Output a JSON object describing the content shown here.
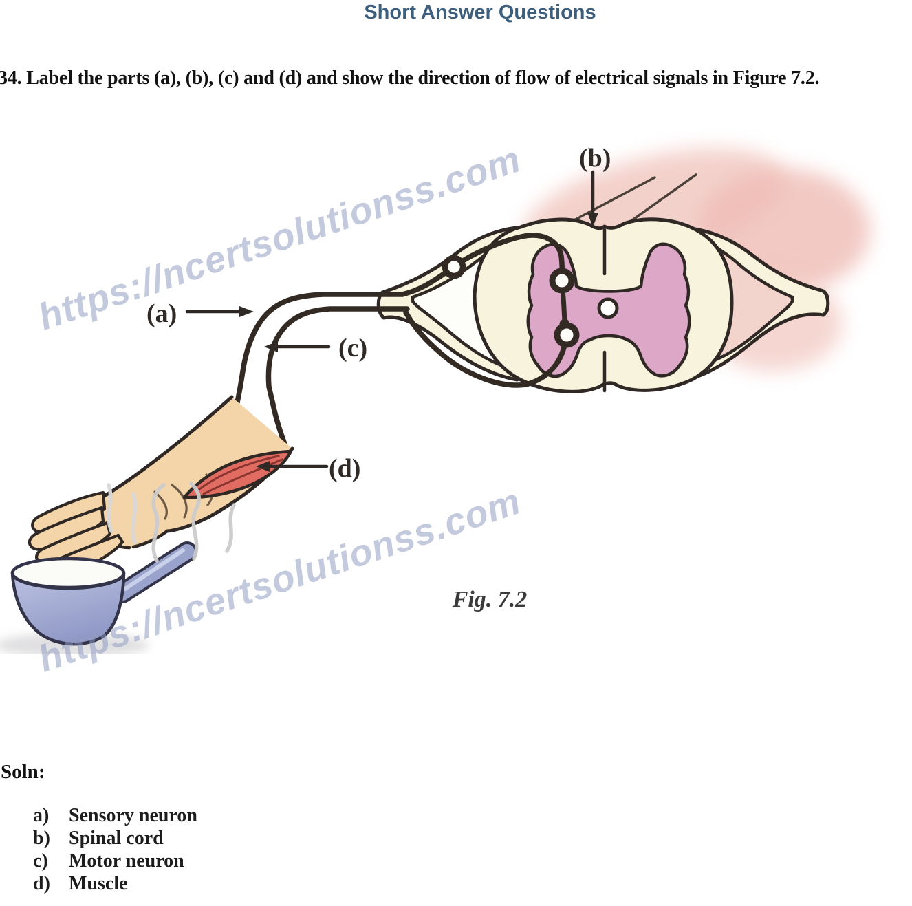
{
  "page": {
    "title": "Short Answer Questions",
    "question": "34. Label the parts (a), (b), (c) and (d) and show the direction of flow of electrical signals in Figure 7.2."
  },
  "figure": {
    "caption": "Fig. 7.2",
    "labels": {
      "a": "(a)",
      "b": "(b)",
      "c": "(c)",
      "d": "(d)"
    }
  },
  "watermark": {
    "text": "https://ncertsolutionss.com"
  },
  "solution": {
    "heading": "Soln:",
    "answers": [
      {
        "key": "a)",
        "text": "Sensory neuron"
      },
      {
        "key": "b)",
        "text": "Spinal cord"
      },
      {
        "key": "c)",
        "text": "Motor neuron"
      },
      {
        "key": "d)",
        "text": "Muscle"
      }
    ]
  },
  "colors": {
    "title_accent": "#3d5f7e",
    "watermark": "#8d99bf",
    "outline": "#2f2824",
    "spinal_cream": "#f8f3dc",
    "gray_matter_pink": "#dda7c7",
    "body_pink": "#f2c9c2",
    "skin": "#f3d5a9",
    "muscle_red": "#e06c62",
    "pot_blue": "#adb4da"
  }
}
